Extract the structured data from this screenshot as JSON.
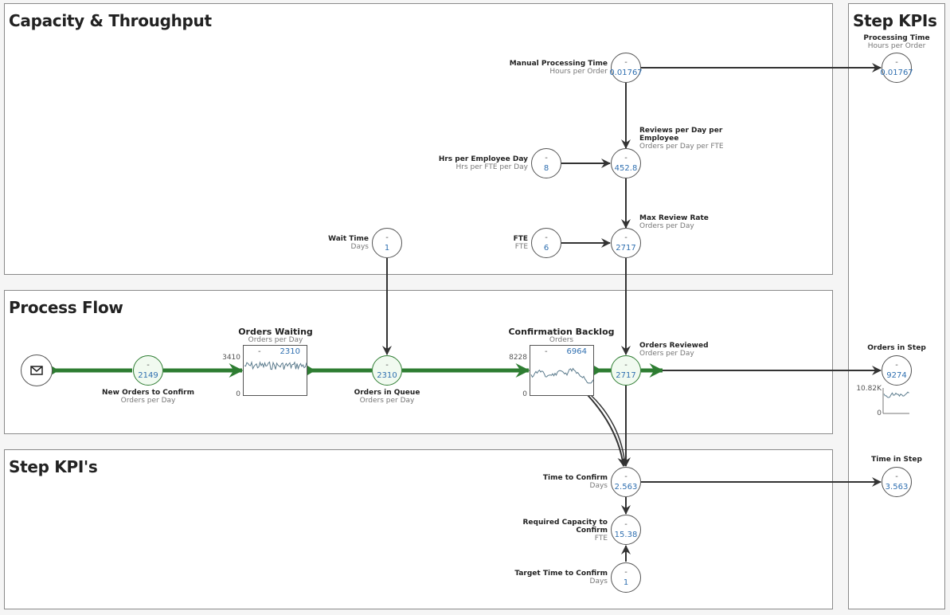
{
  "panels": {
    "capacity": {
      "title": "Capacity & Throughput"
    },
    "process": {
      "title": "Process Flow"
    },
    "kpis": {
      "title": "Step KPI's"
    },
    "step_kpis": {
      "title": "Step KPIs"
    }
  },
  "nodes": {
    "manual_processing_time": {
      "title": "Manual Processing Time",
      "unit": "Hours per Order",
      "dash": "-",
      "value": "0.01767"
    },
    "reviews_per_day": {
      "title": "Reviews per Day per Employee",
      "unit": "Orders per Day per FTE",
      "dash": "-",
      "value": "452.8"
    },
    "hrs_per_employee_day": {
      "title": "Hrs per Employee Day",
      "unit": "Hrs per FTE per Day",
      "dash": "-",
      "value": "8"
    },
    "max_review_rate": {
      "title": "Max Review Rate",
      "unit": "Orders per Day",
      "dash": "-",
      "value": "2717"
    },
    "fte": {
      "title": "FTE",
      "unit": "FTE",
      "dash": "-",
      "value": "6"
    },
    "wait_time": {
      "title": "Wait Time",
      "unit": "Days",
      "dash": "-",
      "value": "1"
    },
    "new_orders": {
      "title": "New Orders to Confirm",
      "unit": "Orders per Day",
      "dash": "-",
      "value": "2149"
    },
    "orders_in_queue": {
      "title": "Orders in Queue",
      "unit": "Orders per Day",
      "dash": "-",
      "value": "2310"
    },
    "orders_reviewed": {
      "title": "Orders Reviewed",
      "unit": "Orders per Day",
      "dash": "-",
      "value": "2717"
    },
    "time_to_confirm": {
      "title": "Time to Confirm",
      "unit": "Days",
      "dash": "-",
      "value": "2.563"
    },
    "required_capacity": {
      "title": "Required Capacity to Confirm",
      "unit": "FTE",
      "dash": "-",
      "value": "15.38"
    },
    "target_time": {
      "title": "Target Time to Confirm",
      "unit": "Days",
      "dash": "-",
      "value": "1"
    },
    "kpi_processing_time": {
      "title": "Processing Time",
      "unit": "Hours per Order",
      "dash": "-",
      "value": "0.01767"
    },
    "kpi_orders_in_step": {
      "title": "Orders in Step",
      "unit": "",
      "dash": "-",
      "value": "9274",
      "axis_max": "10.82K",
      "axis_min": "0"
    },
    "kpi_time_in_step": {
      "title": "Time in Step",
      "unit": "",
      "dash": "-",
      "value": "3.563"
    }
  },
  "stocks": {
    "orders_waiting": {
      "title": "Orders Waiting",
      "unit": "Orders per Day",
      "dash": "-",
      "value": "2310",
      "axis_max": "3410",
      "axis_min": "0"
    },
    "confirmation_backlog": {
      "title": "Confirmation Backlog",
      "unit": "Orders",
      "dash": "-",
      "value": "6964",
      "axis_max": "8228",
      "axis_min": "0"
    }
  },
  "source": {
    "icon": "envelope-icon"
  },
  "colors": {
    "flow": "#2e7d32",
    "link": "#333333",
    "value": "#2f6fb0",
    "spark": "#5a7a8c"
  }
}
